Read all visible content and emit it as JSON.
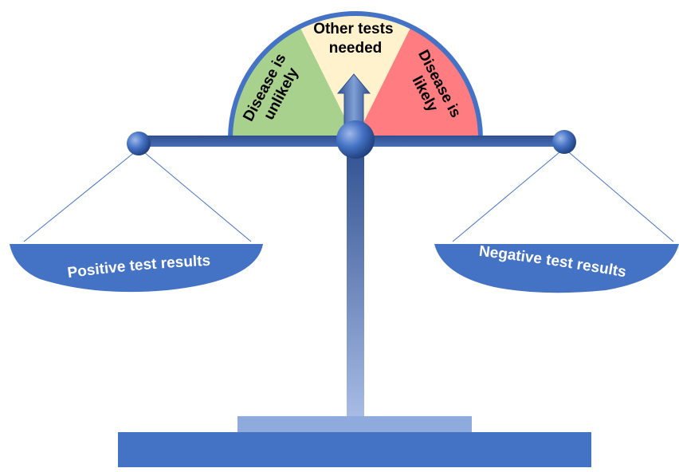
{
  "gauge": {
    "left_label": [
      "Disease is",
      "unlikely"
    ],
    "middle_label": [
      "Other tests",
      "needed"
    ],
    "right_label": [
      "Disease is",
      "likely"
    ],
    "colors": {
      "left": "#a9d18e",
      "middle": "#fff2cc",
      "right": "#ff7c80",
      "rim": "#4472c4"
    }
  },
  "left_pan": {
    "label": "Positive test results"
  },
  "right_pan": {
    "label": "Negative test results"
  },
  "colors": {
    "scale_blue": "#4472c4",
    "scale_dark": "#2f5597",
    "base_light": "#8faadc"
  }
}
